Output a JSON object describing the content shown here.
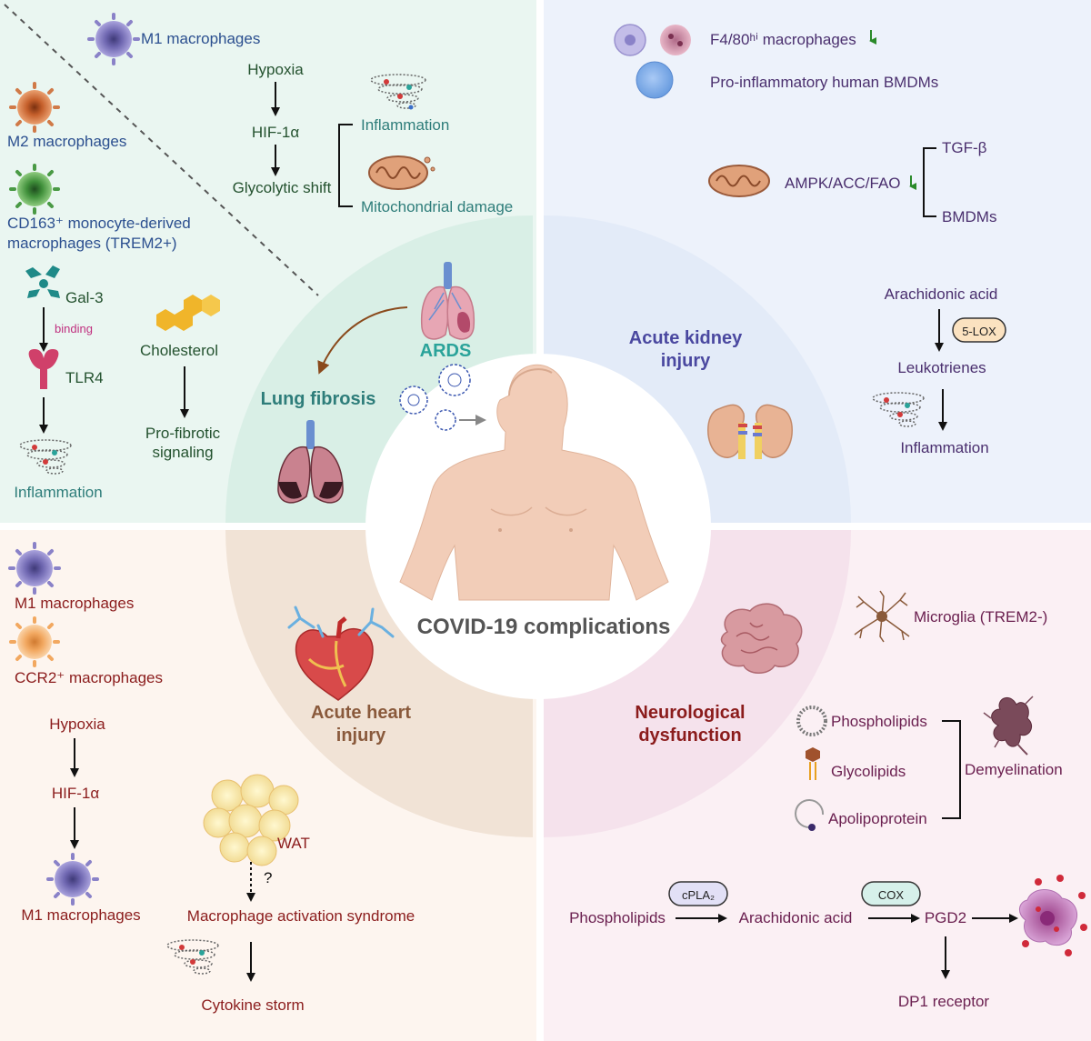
{
  "colors": {
    "lung_bg": "#eaf6f1",
    "kidney_bg": "#edf2fb",
    "heart_bg": "#fdf5ef",
    "neuro_bg": "#fbf0f4",
    "lung_ring": "#d9efe6",
    "kidney_ring": "#e3ebf8",
    "heart_ring": "#f1e3d6",
    "neuro_ring": "#f5e2ec",
    "green_text": "#24522f",
    "blue_text": "#2b4f8f",
    "teal_text": "#2e7d7a",
    "purple_text": "#4a2f6e",
    "kidney_title": "#4a48a0",
    "red_text": "#8b1c1c",
    "heart_title": "#8a5a3c",
    "neuro_text": "#6b2050",
    "magenta": "#c0307f",
    "center_title": "#555555"
  },
  "center": {
    "title": "COVID-19  complications"
  },
  "lung": {
    "m1": "M1 macrophages",
    "m2": "M2 macrophages",
    "cd163_line1": "CD163⁺ monocyte-derived",
    "cd163_line2": "macrophages (TREM2+)",
    "hypoxia": "Hypoxia",
    "hif": "HIF-1α",
    "glycolytic": "Glycolytic shift",
    "inflammation_top": "Inflammation",
    "mito_damage": "Mitochondrial damage",
    "gal3": "Gal-3",
    "binding": "binding",
    "tlr4": "TLR4",
    "inflammation_bottom": "Inflammation",
    "cholesterol": "Cholesterol",
    "profib_line1": "Pro-fibrotic",
    "profib_line2": "signaling",
    "ards": "ARDS",
    "lung_fibrosis": "Lung fibrosis"
  },
  "kidney": {
    "f480": "F4/80ʰⁱ macrophages",
    "bmdm_pro": "Pro-inflammatory human BMDMs",
    "tgf": "TGF-β",
    "ampk": "AMPK/ACC/FAO",
    "bmdms": "BMDMs",
    "arachidonic": "Arachidonic acid",
    "lox": "5-LOX",
    "leukotrienes": "Leukotrienes",
    "inflammation": "Inflammation",
    "title_line1": "Acute kidney",
    "title_line2": "injury"
  },
  "heart": {
    "m1_top": "M1 macrophages",
    "ccr2": "CCR2⁺ macrophages",
    "hypoxia": "Hypoxia",
    "hif": "HIF-1α",
    "m1_bottom": "M1 macrophages",
    "wat": "WAT",
    "question": "?",
    "mas": "Macrophage activation syndrome",
    "cytokine": "Cytokine storm",
    "title_line1": "Acute heart",
    "title_line2": "injury"
  },
  "neuro": {
    "microglia": "Microglia (TREM2-)",
    "title_line1": "Neurological",
    "title_line2": "dysfunction",
    "phospholipids": "Phospholipids",
    "glycolipids": "Glycolipids",
    "apolipoprotein": "Apolipoprotein",
    "demyelination": "Demyelination",
    "phospholipids2": "Phospholipids",
    "cpla2": "cPLA₂",
    "arachidonic": "Arachidonic acid",
    "cox": "COX",
    "pgd2": "PGD2",
    "dp1": "DP1 receptor"
  }
}
